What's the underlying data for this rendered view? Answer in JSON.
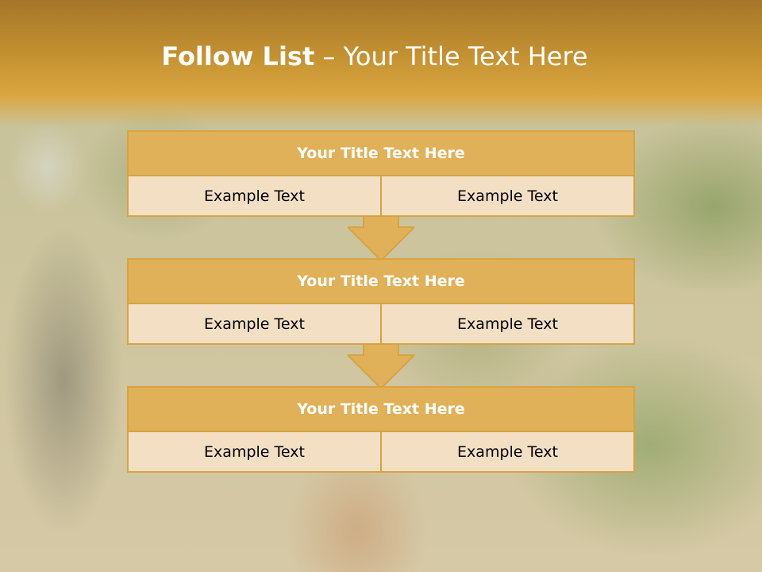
{
  "slide": {
    "title_bold": "Follow List",
    "title_rest": " – Your Title Text Here"
  },
  "blocks": [
    {
      "title": "Your Title Text Here",
      "left": "Example Text",
      "right": "Example Text"
    },
    {
      "title": "Your Title Text Here",
      "left": "Example Text",
      "right": "Example Text"
    },
    {
      "title": "Your Title Text Here",
      "left": "Example Text",
      "right": "Example Text"
    }
  ],
  "colors": {
    "accent": "#e0b158",
    "border": "#d7a343",
    "cell_fill": "#f3dfc4",
    "title_band": "#c18f30"
  },
  "icons": [
    "down-arrow-icon"
  ]
}
